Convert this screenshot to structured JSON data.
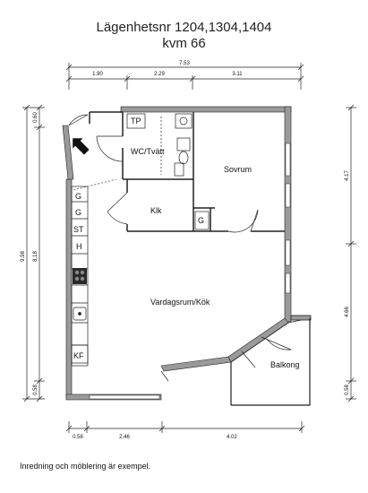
{
  "header": {
    "line1": "Lägenhetsnr 1204,1304,1404",
    "line2": "kvm 66"
  },
  "dimensions": {
    "top_total": "7.53",
    "top_segments": [
      "1.90",
      "2.29",
      "3.11"
    ],
    "bottom_segments": [
      "0.58",
      "2.46",
      "4.02"
    ],
    "left_total": "9.98",
    "left_inner": "8.18",
    "left_top": "0.60",
    "left_bottom": "0.58",
    "right_upper": "4.17",
    "right_lower": "4.66",
    "right_bottom": "0.58"
  },
  "rooms": {
    "tp": "TP",
    "wc": "WC/Tvätt",
    "sovrum": "Sovrum",
    "klk": "Klk",
    "g_bedroom": "G",
    "vardagsrum": "Vardagsrum/Kök",
    "balkong": "Balkong"
  },
  "kitchen_fixtures": [
    "G",
    "G",
    "ST",
    "H",
    "KF"
  ],
  "footer": {
    "note": "Inredning och möblering är exempel."
  },
  "colors": {
    "wall": "#9a9a9a",
    "line": "#222222"
  }
}
